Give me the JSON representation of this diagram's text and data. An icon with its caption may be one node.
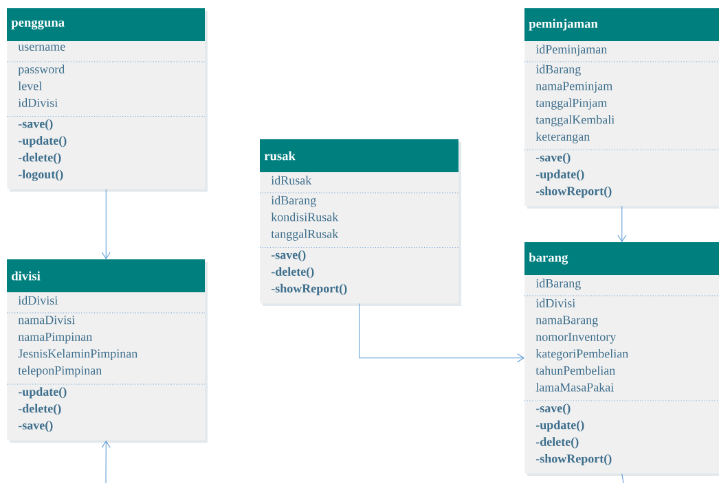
{
  "diagram": {
    "nodes": [
      {
        "text": [
          "pengguna",
          "username",
          "password level idDivisi",
          "-save() -update() -delete() -logout()"
        ]
      },
      {
        "text": [
          "divisi",
          "idDivisi",
          "namaDivisi namaPimpinan JesnisKelaminPimpinan teleponPimpinan",
          "-update() -delete() -save()"
        ]
      },
      {
        "text": [
          "rusak",
          "idRusak",
          "idBarang kondisiRusak tanggalRusak",
          "-save() -delete() -showReport()"
        ]
      },
      {
        "text": [
          "peminjaman",
          "idPeminjaman",
          "idBarang namaPeminjam tanggalPinjam tanggalKembali keterangan",
          "-save() -update() -showReport()"
        ]
      },
      {
        "text": [
          "barang",
          "idBarang",
          "idDivisi namaBarang nomorInventory kategoriPembelian tahunPembelian lamaMasaPakai",
          "-save() -update() -delete() -showReport()"
        ]
      }
    ],
    "edges": [
      {
        "from": 0,
        "to": 1,
        "arrow": "to"
      },
      {
        "from": 3,
        "to": 4,
        "arrow": "to"
      },
      {
        "from": 2,
        "to": 4,
        "arrow": "to"
      },
      {
        "from": null,
        "to": 1,
        "arrow": "to"
      },
      {
        "from": 4,
        "to": null,
        "arrow": "none"
      }
    ]
  }
}
